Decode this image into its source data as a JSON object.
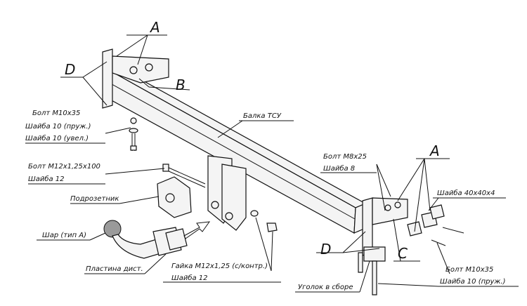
{
  "letters": {
    "a_top": "A",
    "b": "B",
    "d_top": "D",
    "a_right": "A",
    "d_bottom": "D",
    "c": "C"
  },
  "labels": {
    "bolt_m10x35_left": "Болт М10х35",
    "washer_10_spring_left": "Шайба 10 (пруж.)",
    "washer_10_wide": "Шайба 10 (увел.)",
    "beam": "Балка ТСУ",
    "bolt_m12x125x100": "Болт М12х1,25х100",
    "washer_12_left": "Шайба 12",
    "socket_plate": "Подрозетник",
    "ball": "Шар (тип А)",
    "plate": "Пластина дист.",
    "nut": "Гайка М12х1,25 (с/контр.)",
    "washer_12_bottom": "Шайба 12",
    "bolt_m8x25": "Болт М8х25",
    "washer_8": "Шайба 8",
    "washer_40": "Шайба 40х40х4",
    "corner": "Уголок в сборе",
    "bolt_m10x35_right": "Болт М10х35",
    "washer_10_spring_right": "Шайба 10 (пруж.)"
  }
}
